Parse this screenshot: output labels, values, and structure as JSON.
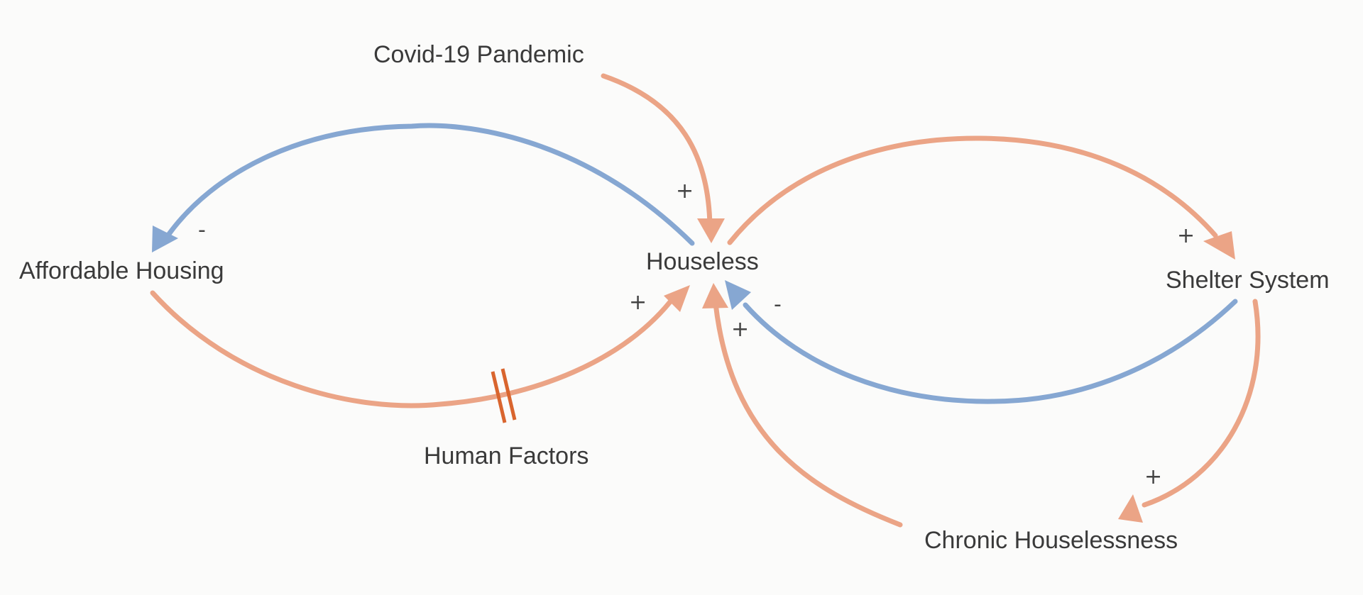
{
  "nodes": {
    "covid": "Covid-19 Pandemic",
    "affordable_housing": "Affordable Housing",
    "houseless": "Houseless",
    "shelter_system": "Shelter System",
    "human_factors": "Human Factors",
    "chronic_houselessness": "Chronic Houselessness"
  },
  "links": [
    {
      "from": "Covid-19 Pandemic",
      "to": "Houseless",
      "polarity": "+",
      "color": "#eba486"
    },
    {
      "from": "Houseless",
      "to": "Affordable Housing",
      "polarity": "-",
      "color": "#86a7d2"
    },
    {
      "from": "Affordable Housing",
      "to": "Houseless",
      "polarity": "+",
      "color": "#eba486",
      "delay": true
    },
    {
      "from": "Houseless",
      "to": "Shelter System",
      "polarity": "+",
      "color": "#eba486"
    },
    {
      "from": "Shelter System",
      "to": "Houseless",
      "polarity": "-",
      "color": "#86a7d2"
    },
    {
      "from": "Shelter System",
      "to": "Chronic Houselessness",
      "polarity": "+",
      "color": "#eba486"
    },
    {
      "from": "Chronic Houselessness",
      "to": "Houseless",
      "polarity": "+",
      "color": "#eba486"
    }
  ],
  "colors": {
    "positive_link": "#eba486",
    "negative_link": "#86a7d2",
    "delay_mark": "#d9652e",
    "text": "#3a3a3a",
    "background": "#fbfbfa"
  }
}
